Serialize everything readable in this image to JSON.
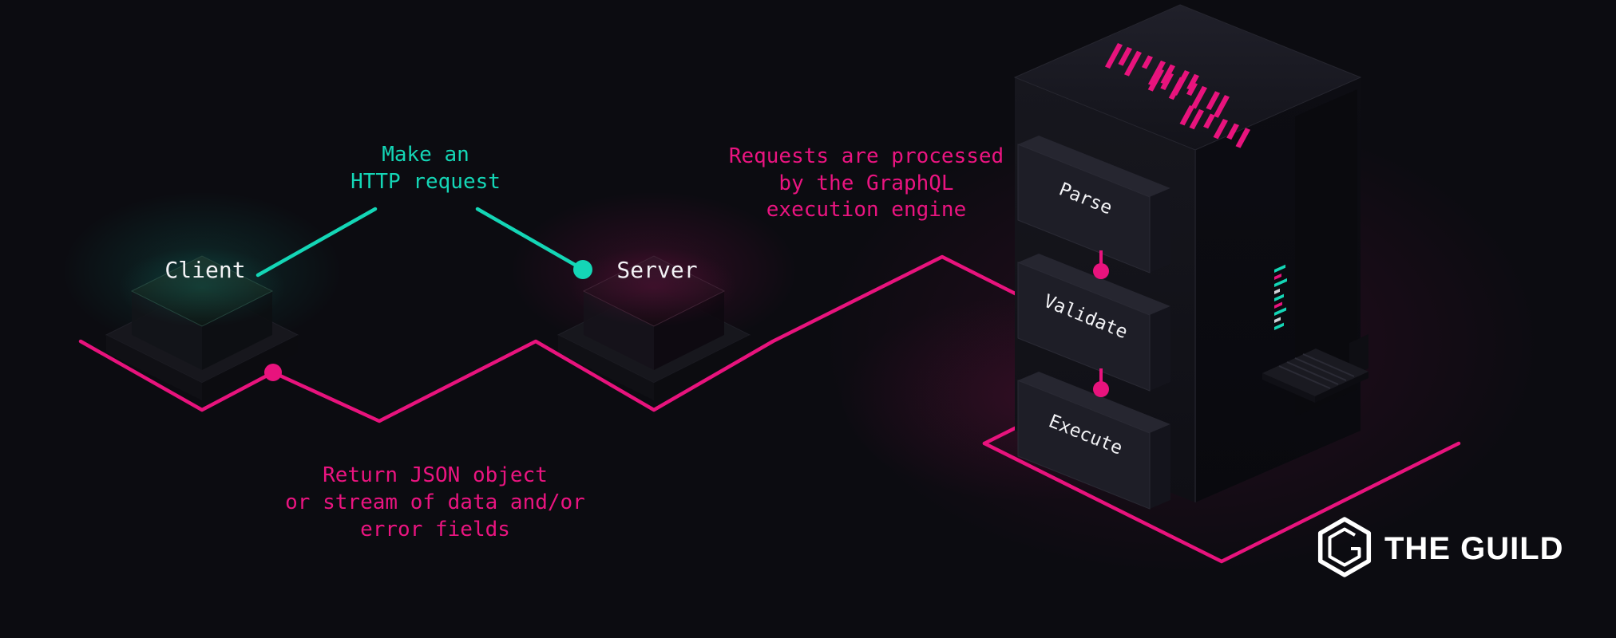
{
  "canvas": {
    "background": "#0c0c11"
  },
  "palette": {
    "pink": "#e8137d",
    "teal": "#14d6b6",
    "white": "#f2f2f5"
  },
  "nodes": {
    "client": {
      "label": "Client"
    },
    "server": {
      "label": "Server"
    }
  },
  "flows": {
    "request": {
      "lines": [
        "Make an",
        "HTTP request"
      ]
    },
    "engine": {
      "lines": [
        "Requests are processed",
        "by the GraphQL",
        "execution engine"
      ]
    },
    "response": {
      "lines": [
        "Return JSON object",
        "or stream of data and/or",
        "error fields"
      ]
    }
  },
  "engine_steps": [
    {
      "label": "Parse"
    },
    {
      "label": "Validate"
    },
    {
      "label": "Execute"
    }
  ],
  "logo": {
    "name": "THE GUILD"
  }
}
